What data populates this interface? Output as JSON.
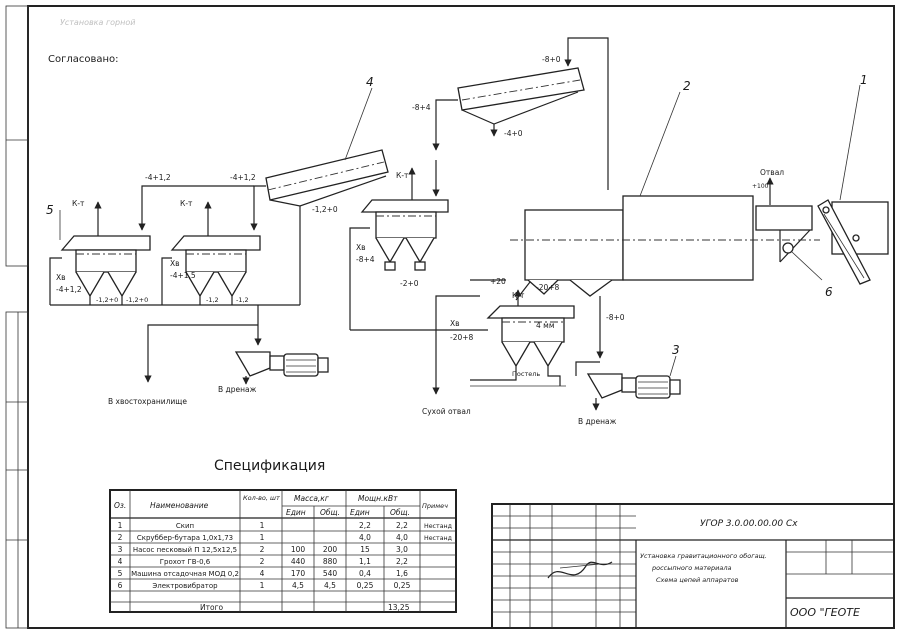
{
  "header": {
    "agreed": "Согласовано:",
    "faded_title": "Установка горной"
  },
  "equipment_numbers": [
    "1",
    "2",
    "3",
    "4",
    "5",
    "6"
  ],
  "flow_labels": {
    "screen_top_feed": "-8+0",
    "screen_top_over": "-8+4",
    "screen_top_under": "-4+0",
    "otval": "Отвал",
    "otval_size": "+100",
    "jig_right_km": "К-т",
    "jig_right_xv": "Хв",
    "jig_right_under": "-2+0",
    "jig_right_in": "-8+4",
    "screen4_under": "-1,2+0",
    "screen4_over1": "-4+1,2",
    "screen4_over2": "-4+1,2",
    "jig_left_km": "К-т",
    "jig_left_xv": "Хв",
    "jig_left_size": "-4+1,2",
    "jig_left_o1": "-1,2+0",
    "jig_left_o2": "-1,2+0",
    "jig_mid_km": "К-т",
    "jig_mid_xv": "Хв",
    "jig_mid_size": "-4+1,5",
    "jig_mid_o1": "-1,2",
    "jig_mid_o2": "-1,2",
    "drum_plus20": "+20",
    "drum_under": "-20+8",
    "drum_under2": "-8+0",
    "jig_low_km": "К-т",
    "jig_low_mesh": "4 мм",
    "jig_low_xv": "Хв",
    "jig_low_size": "-20+8",
    "jig_low_bed": "Постель",
    "drain_left": "В дренаж",
    "drain_right": "В дренаж",
    "tailings": "В хвостохранилище",
    "dry_dump": "Сухой отвал"
  },
  "spec": {
    "title": "Спецификация",
    "headers": {
      "pos": "Оз.",
      "name": "Наименование",
      "qty": "Кол-во, шт",
      "mass": "Масса,кг",
      "mass_unit": "Един",
      "mass_total": "Общ.",
      "power": "Мощн.кВт",
      "power_unit": "Един",
      "power_total": "Общ.",
      "note": "Примеч"
    },
    "rows": [
      {
        "pos": "1",
        "name": "Скип",
        "qty": "1",
        "mu": "",
        "mt": "",
        "pu": "2,2",
        "pt": "2,2",
        "note": "Нестанд"
      },
      {
        "pos": "2",
        "name": "Скруббер-бутара 1,0х1,73",
        "qty": "1",
        "mu": "",
        "mt": "",
        "pu": "4,0",
        "pt": "4,0",
        "note": "Нестанд"
      },
      {
        "pos": "3",
        "name": "Насос песковый П 12,5х12,5",
        "qty": "2",
        "mu": "100",
        "mt": "200",
        "pu": "15",
        "pt": "3,0",
        "note": ""
      },
      {
        "pos": "4",
        "name": "Грохот ГВ-0,6",
        "qty": "2",
        "mu": "440",
        "mt": "880",
        "pu": "1,1",
        "pt": "2,2",
        "note": ""
      },
      {
        "pos": "5",
        "name": "Машина отсадочная МОД 0,2",
        "qty": "4",
        "mu": "170",
        "mt": "540",
        "pu": "0,4",
        "pt": "1,6",
        "note": ""
      },
      {
        "pos": "6",
        "name": "Электровибратор",
        "qty": "1",
        "mu": "4,5",
        "mt": "4,5",
        "pu": "0,25",
        "pt": "0,25",
        "note": ""
      }
    ],
    "total_label": "Итого",
    "total_value": "13,25"
  },
  "title_block": {
    "code": "УГОР 3.0.00.00.00 Сх",
    "desc1": "Установка гравитационного обогащ.",
    "desc2": "россыпного материала",
    "desc3": "Схема цепей аппаратов",
    "company": "ООО \"ГЕОТЕ"
  },
  "colors": {
    "ink": "#1a1a1a",
    "paper": "#ffffff"
  }
}
